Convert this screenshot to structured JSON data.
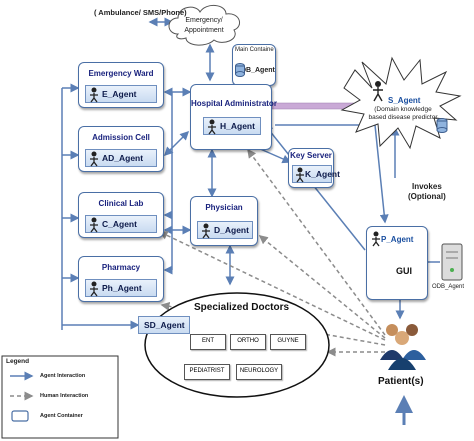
{
  "external": {
    "channels": "( Ambulance/ SMS/Phone)",
    "cloud_line1": "Emergency/",
    "cloud_line2": "Appointment"
  },
  "main_container": {
    "title": "Main Containe",
    "agent": "DB_Agent"
  },
  "hospital_admin": {
    "title": "Hospital Administrator",
    "agent": "H_Agent"
  },
  "key_server": {
    "title": "Key Server",
    "agent": "K_Agent"
  },
  "physician": {
    "title": "Physician",
    "agent": "D_Agent"
  },
  "departments": [
    {
      "title": "Emergency Ward",
      "agent": "E_Agent"
    },
    {
      "title": "Admission Cell",
      "agent": "AD_Agent"
    },
    {
      "title": "Clinical Lab",
      "agent": "C_Agent"
    },
    {
      "title": "Pharmacy",
      "agent": "Ph_Agent"
    }
  ],
  "specialized_doctors": {
    "title": "Specialized Doctors",
    "agent": "SD_Agent",
    "tags": [
      "ENT",
      "ORTHO",
      "GUYNE",
      "PEDIATRIST",
      "NEUROLOGY"
    ]
  },
  "s_agent": {
    "name": "S_Agent",
    "desc1": "(Domain knowledge",
    "desc2": "based disease predictor"
  },
  "invokes": {
    "line1": "Invokes",
    "line2": "(Optional)"
  },
  "p_agent": {
    "name": "P_Agent",
    "gui": "GUI"
  },
  "odb_agent": "ODB_Agent",
  "patient": "Patient(s)",
  "legend": {
    "title": "Legend",
    "items": [
      "Agent Interaction",
      "Human Interaction",
      "Agent Container"
    ]
  },
  "colors": {
    "agent_arrow": "#5b7fb5",
    "human_arrow": "#8c8c8c",
    "box_border": "#4a6fa5",
    "s_agent_link": "#c9a9d6"
  }
}
